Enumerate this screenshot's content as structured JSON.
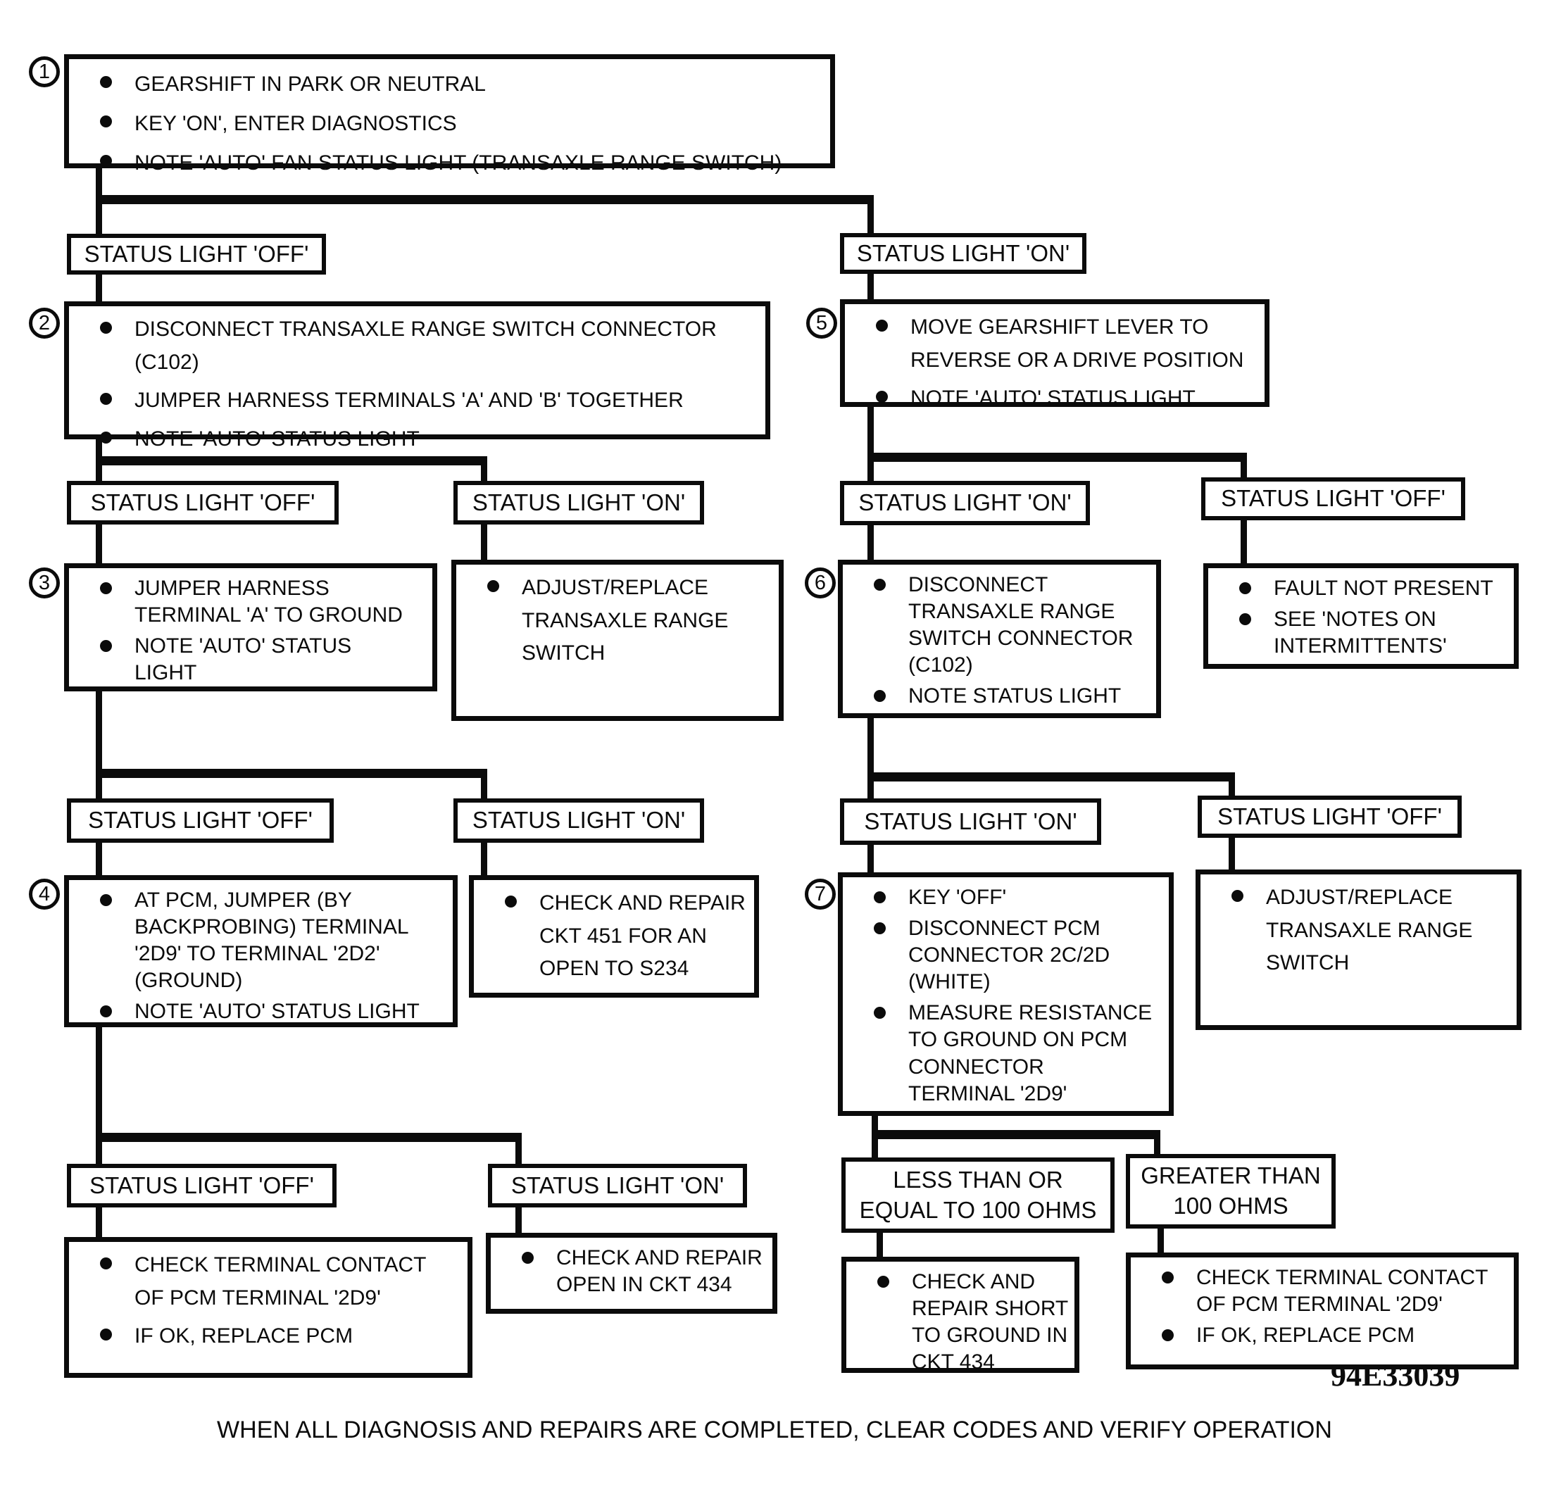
{
  "colors": {
    "ink": "#0b0b0b",
    "paper": "#ffffff"
  },
  "figure_id": "94E33039",
  "footer": "WHEN ALL DIAGNOSIS AND REPAIRS ARE COMPLETED, CLEAR CODES AND VERIFY OPERATION",
  "steps": {
    "s1": {
      "number": "1",
      "bullets": [
        "GEARSHIFT IN PARK OR NEUTRAL",
        "KEY 'ON', ENTER DIAGNOSTICS",
        "NOTE 'AUTO' FAN STATUS LIGHT (TRANSAXLE RANGE SWITCH)"
      ]
    },
    "s2": {
      "number": "2",
      "bullets": [
        "DISCONNECT TRANSAXLE RANGE SWITCH CONNECTOR\n(C102)",
        "JUMPER HARNESS TERMINALS 'A' AND 'B' TOGETHER",
        "NOTE 'AUTO' STATUS LIGHT"
      ]
    },
    "s3": {
      "number": "3",
      "bullets": [
        "JUMPER HARNESS\nTERMINAL 'A' TO GROUND",
        "NOTE 'AUTO' STATUS\nLIGHT"
      ]
    },
    "s4": {
      "number": "4",
      "bullets": [
        "AT PCM, JUMPER (BY\nBACKPROBING) TERMINAL\n'2D9' TO TERMINAL '2D2'\n(GROUND)",
        "NOTE 'AUTO' STATUS LIGHT"
      ]
    },
    "s5": {
      "number": "5",
      "bullets": [
        "MOVE GEARSHIFT LEVER TO\nREVERSE OR A DRIVE POSITION",
        "NOTE 'AUTO' STATUS LIGHT"
      ]
    },
    "s6": {
      "number": "6",
      "bullets": [
        "DISCONNECT\nTRANSAXLE RANGE\nSWITCH CONNECTOR\n(C102)",
        "NOTE STATUS LIGHT"
      ]
    },
    "s7": {
      "number": "7",
      "bullets": [
        "KEY 'OFF'",
        "DISCONNECT PCM\nCONNECTOR 2C/2D\n(WHITE)",
        "MEASURE RESISTANCE\nTO GROUND ON PCM\nCONNECTOR\nTERMINAL '2D9'"
      ]
    }
  },
  "branches": {
    "b1_off": "STATUS LIGHT 'OFF'",
    "b1_on": "STATUS LIGHT 'ON'",
    "b2_off": "STATUS LIGHT 'OFF'",
    "b2_on": "STATUS LIGHT 'ON'",
    "b3_off": "STATUS LIGHT 'OFF'",
    "b3_on": "STATUS LIGHT 'ON'",
    "b4_off": "STATUS LIGHT 'OFF'",
    "b4_on": "STATUS LIGHT 'ON'",
    "b5_on": "STATUS LIGHT 'ON'",
    "b5_off": "STATUS LIGHT 'OFF'",
    "b6_on": "STATUS LIGHT 'ON'",
    "b6_off": "STATUS LIGHT 'OFF'",
    "r_le_100": "LESS THAN OR\nEQUAL TO 100 OHMS",
    "r_gt_100": "GREATER THAN\n100 OHMS"
  },
  "results": {
    "adjust_switch_left": {
      "bullets": [
        "ADJUST/REPLACE\nTRANSAXLE RANGE\nSWITCH"
      ]
    },
    "repair_ckt451": {
      "bullets": [
        "CHECK AND REPAIR\nCKT 451 FOR AN\nOPEN TO S234"
      ]
    },
    "check_pcm_left": {
      "bullets": [
        "CHECK TERMINAL CONTACT\nOF PCM TERMINAL '2D9'",
        "IF OK, REPLACE PCM"
      ]
    },
    "repair_open_ckt434": {
      "bullets": [
        "CHECK AND REPAIR\nOPEN IN CKT 434"
      ]
    },
    "fault_not_present": {
      "bullets": [
        "FAULT NOT PRESENT",
        "SEE 'NOTES ON\nINTERMITTENTS'"
      ]
    },
    "adjust_switch_right": {
      "bullets": [
        "ADJUST/REPLACE\nTRANSAXLE RANGE\nSWITCH"
      ]
    },
    "repair_short_ckt434": {
      "bullets": [
        "CHECK AND\nREPAIR SHORT\nTO GROUND IN\nCKT 434"
      ]
    },
    "check_pcm_right": {
      "bullets": [
        "CHECK TERMINAL CONTACT\nOF PCM TERMINAL '2D9'",
        "IF OK, REPLACE PCM"
      ]
    }
  }
}
